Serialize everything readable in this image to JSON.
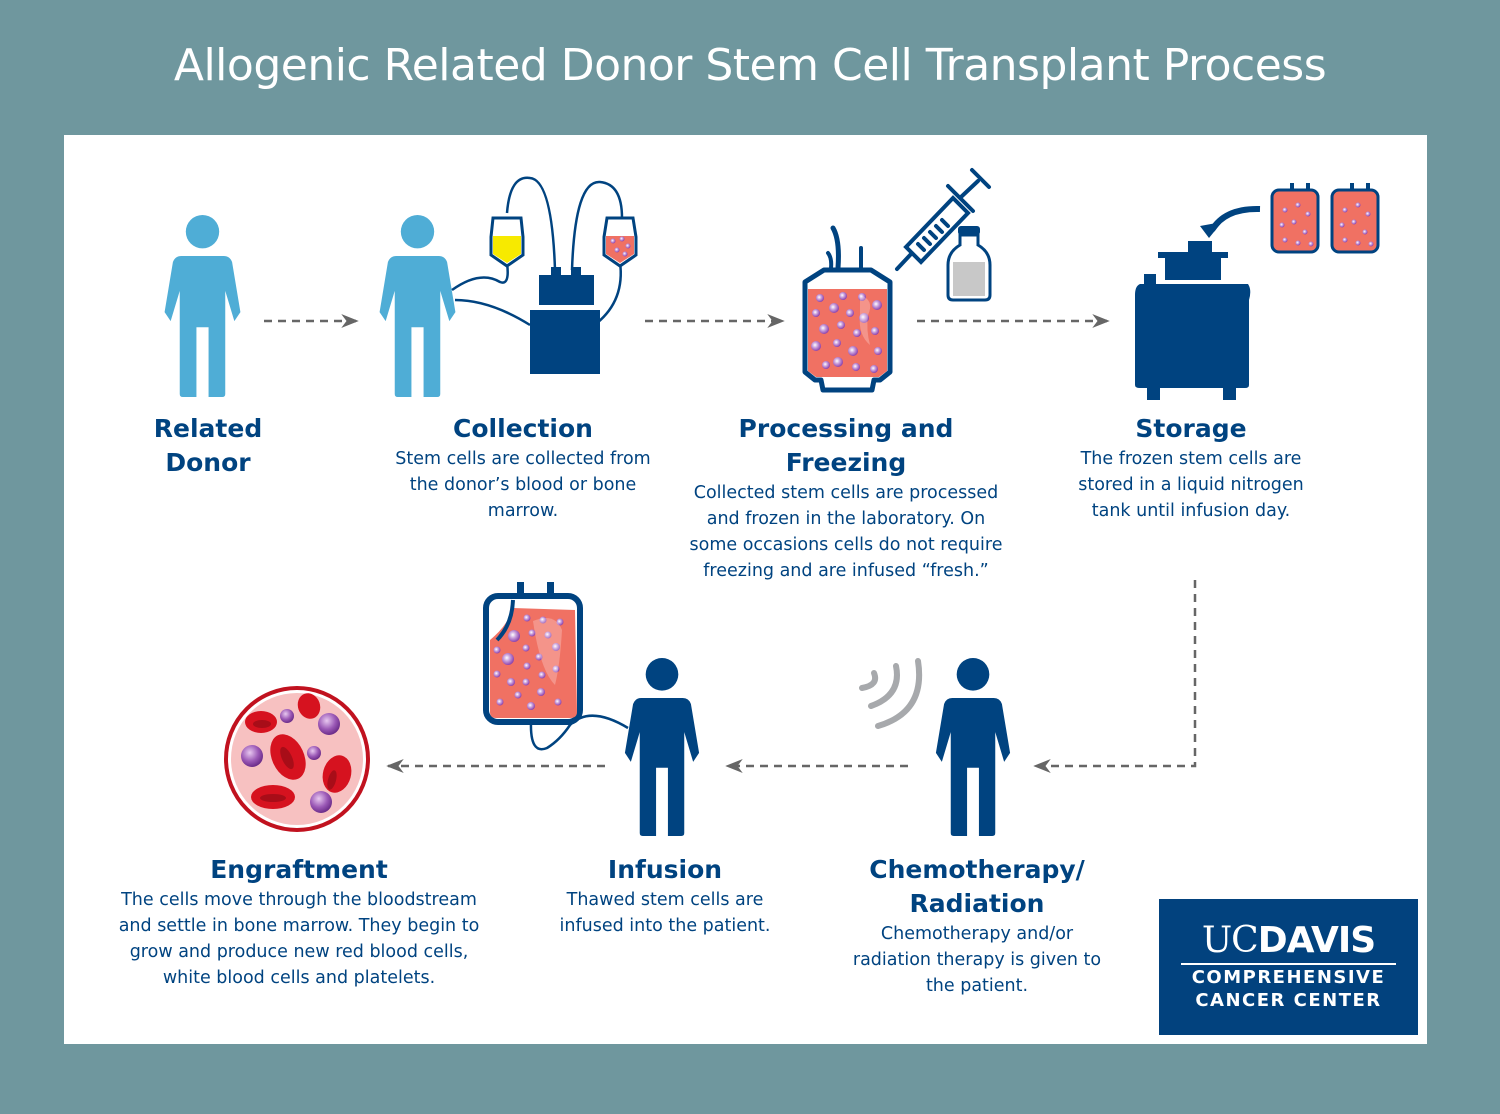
{
  "title": "Allogenic Related Donor Stem Cell Transplant Process",
  "colors": {
    "background": "#6f979e",
    "panel": "#ffffff",
    "navy": "#004380",
    "donor_blue": "#4fadd6",
    "cell_bag_red": "#f07163",
    "stem_cell_purple": "#9b59b6",
    "plasma_yellow": "#f7ea00",
    "arrow_gray": "#666666",
    "blood_red": "#d6121f",
    "blood_pink": "#f7c1c1"
  },
  "steps": [
    {
      "id": "related-donor",
      "title_lines": [
        "Related",
        "Donor"
      ],
      "description": "",
      "icon": "person-icon"
    },
    {
      "id": "collection",
      "title_lines": [
        "Collection"
      ],
      "description": "Stem cells are collected from the donor’s blood or bone marrow.",
      "icon": "apheresis-machine-icon"
    },
    {
      "id": "processing",
      "title_lines": [
        "Processing and",
        "Freezing"
      ],
      "description": "Collected stem cells are processed and frozen in the laboratory. On some occasions cells do not require freezing and are infused “fresh.”",
      "icon": "cell-bag-icon"
    },
    {
      "id": "storage",
      "title_lines": [
        "Storage"
      ],
      "description": "The frozen stem cells are stored in a liquid nitrogen tank until infusion day.",
      "icon": "nitrogen-tank-icon"
    },
    {
      "id": "chemo",
      "title_lines": [
        "Chemotherapy/",
        "Radiation"
      ],
      "description": "Chemotherapy and/or radiation therapy is given to the patient.",
      "icon": "radiation-waves-icon"
    },
    {
      "id": "infusion",
      "title_lines": [
        "Infusion"
      ],
      "description": "Thawed stem cells are infused into the patient.",
      "icon": "infusion-bag-icon"
    },
    {
      "id": "engraftment",
      "title_lines": [
        "Engraftment"
      ],
      "description": "The cells move through the bloodstream and settle in bone marrow. They begin to grow and produce new red blood cells, white blood cells and platelets.",
      "icon": "blood-cells-icon"
    }
  ],
  "flow": [
    "related-donor",
    "collection",
    "processing",
    "storage",
    "chemo",
    "infusion",
    "engraftment"
  ],
  "logo": {
    "uc": "UC",
    "davis": "DAVIS",
    "line2": "COMPREHENSIVE",
    "line3": "CANCER CENTER"
  }
}
